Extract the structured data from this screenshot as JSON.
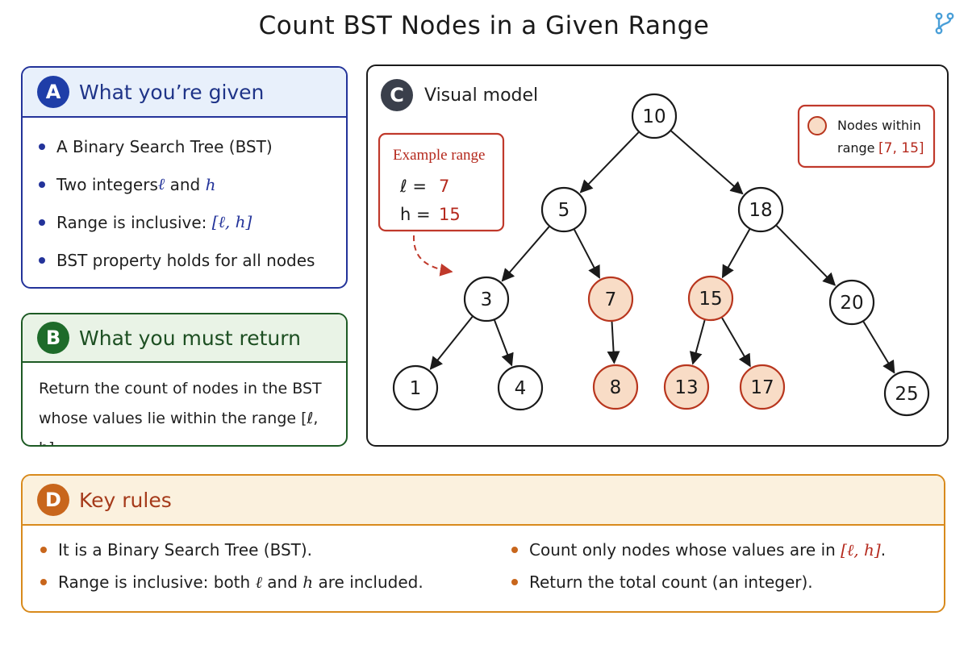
{
  "title": "Count BST Nodes in a Given Range",
  "panel_a": {
    "badge": "A",
    "title": "What you’re given",
    "items": [
      {
        "text": "A Binary Search Tree (BST)"
      },
      {
        "pre": "Two integers ",
        "sym1": "ℓ",
        "mid": " and ",
        "sym2": "h"
      },
      {
        "pre": "Range is inclusive: ",
        "range": "[ℓ, h]"
      },
      {
        "text": "BST property holds for all nodes"
      }
    ]
  },
  "panel_b": {
    "badge": "B",
    "title": "What you must return",
    "line1": "Return the count of nodes in the BST",
    "line2": "whose values lie within the range [ℓ, h]."
  },
  "panel_c": {
    "badge": "C",
    "title": "Visual model",
    "example": {
      "title": "Example range",
      "l_label": "ℓ =",
      "l_value": "7",
      "h_label": "h =",
      "h_value": "15"
    },
    "legend": {
      "line1": "Nodes within",
      "line2_prefix": "range ",
      "line2_range": "[7, 15]"
    },
    "nodes": [
      {
        "id": "n10",
        "value": "10",
        "highlight": false
      },
      {
        "id": "n5",
        "value": "5",
        "highlight": false
      },
      {
        "id": "n18",
        "value": "18",
        "highlight": false
      },
      {
        "id": "n3",
        "value": "3",
        "highlight": false
      },
      {
        "id": "n7",
        "value": "7",
        "highlight": true
      },
      {
        "id": "n15",
        "value": "15",
        "highlight": true
      },
      {
        "id": "n20",
        "value": "20",
        "highlight": false
      },
      {
        "id": "n1",
        "value": "1",
        "highlight": false
      },
      {
        "id": "n4",
        "value": "4",
        "highlight": false
      },
      {
        "id": "n8",
        "value": "8",
        "highlight": true
      },
      {
        "id": "n13",
        "value": "13",
        "highlight": true
      },
      {
        "id": "n17",
        "value": "17",
        "highlight": true
      },
      {
        "id": "n25",
        "value": "25",
        "highlight": false
      }
    ],
    "edges": [
      [
        "n10",
        "n5"
      ],
      [
        "n10",
        "n18"
      ],
      [
        "n5",
        "n3"
      ],
      [
        "n5",
        "n7"
      ],
      [
        "n18",
        "n15"
      ],
      [
        "n18",
        "n20"
      ],
      [
        "n3",
        "n1"
      ],
      [
        "n3",
        "n4"
      ],
      [
        "n7",
        "n8"
      ],
      [
        "n15",
        "n13"
      ],
      [
        "n15",
        "n17"
      ],
      [
        "n20",
        "n25"
      ]
    ]
  },
  "panel_d": {
    "badge": "D",
    "title": "Key rules",
    "left": [
      {
        "text": "It is a Binary Search Tree (BST)."
      },
      {
        "pre": "Range is inclusive: both ",
        "sym1": "ℓ",
        "mid": " and ",
        "sym2": "h",
        "post": " are included."
      }
    ],
    "right": [
      {
        "pre": "Count only nodes whose values are in ",
        "range": "[ℓ, h]",
        "post": "."
      },
      {
        "text": "Return the total count (an integer)."
      }
    ]
  },
  "colors": {
    "given_blue": "#23339a",
    "return_green": "#1d5a24",
    "rules_orange": "#d88a1c",
    "highlight_fill": "#f8dcc6",
    "highlight_stroke": "#b8361e",
    "accent_red": "#b52a1e",
    "icon_blue": "#4a9fd8"
  },
  "icons": {
    "corner": "git-branch-icon"
  }
}
